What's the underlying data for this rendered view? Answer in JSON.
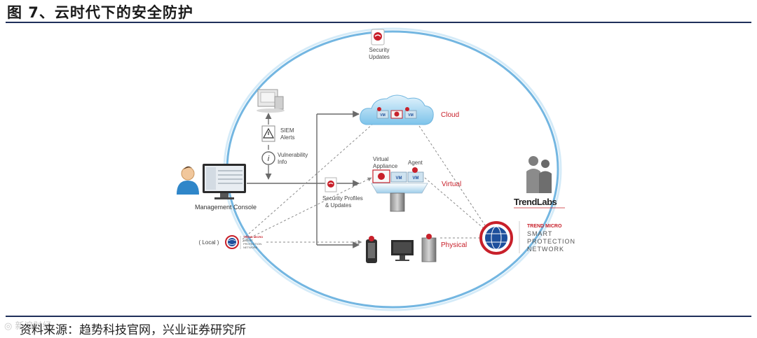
{
  "figure": {
    "title": "图 7、云时代下的安全防护",
    "source": "资料来源：趋势科技官网，兴业证券研究所",
    "watermark": "◎ 新浪财经"
  },
  "diagram": {
    "top_node": {
      "label_line1": "Security",
      "label_line2": "Updates"
    },
    "siem": {
      "label_line1": "SIEM",
      "label_line2": "Alerts"
    },
    "vulnerability": {
      "label_line1": "Vulnerability",
      "label_line2": "Info"
    },
    "console": {
      "label": "Management Console"
    },
    "profiles": {
      "label_line1": "Security Profiles",
      "label_line2": "& Updates"
    },
    "local": {
      "label": "( Local )",
      "badge_line1": "TREND MICRO",
      "badge_line2": "SMART",
      "badge_line3": "PROTECTION",
      "badge_line4": "NETWORK"
    },
    "cloud": {
      "label": "Cloud",
      "vm": "VM"
    },
    "virtual": {
      "label": "Virtual",
      "appliance_line1": "Virtual",
      "appliance_line2": "Appliance",
      "agent": "Agent",
      "vm": "VM"
    },
    "physical": {
      "label": "Physical"
    },
    "trendlabs": {
      "label_a": "Trend",
      "label_b": "Labs"
    },
    "spn": {
      "line1": "TREND MICRO",
      "line2": "SMART",
      "line3": "PROTECTION",
      "line4": "NETWORK"
    }
  },
  "colors": {
    "rule": "#1f2f5a",
    "orbit": "#5aa9dc",
    "accent_red": "#c8202a",
    "network_blue": "#1d4f9c",
    "arrow_gray": "#6a6a6a"
  }
}
